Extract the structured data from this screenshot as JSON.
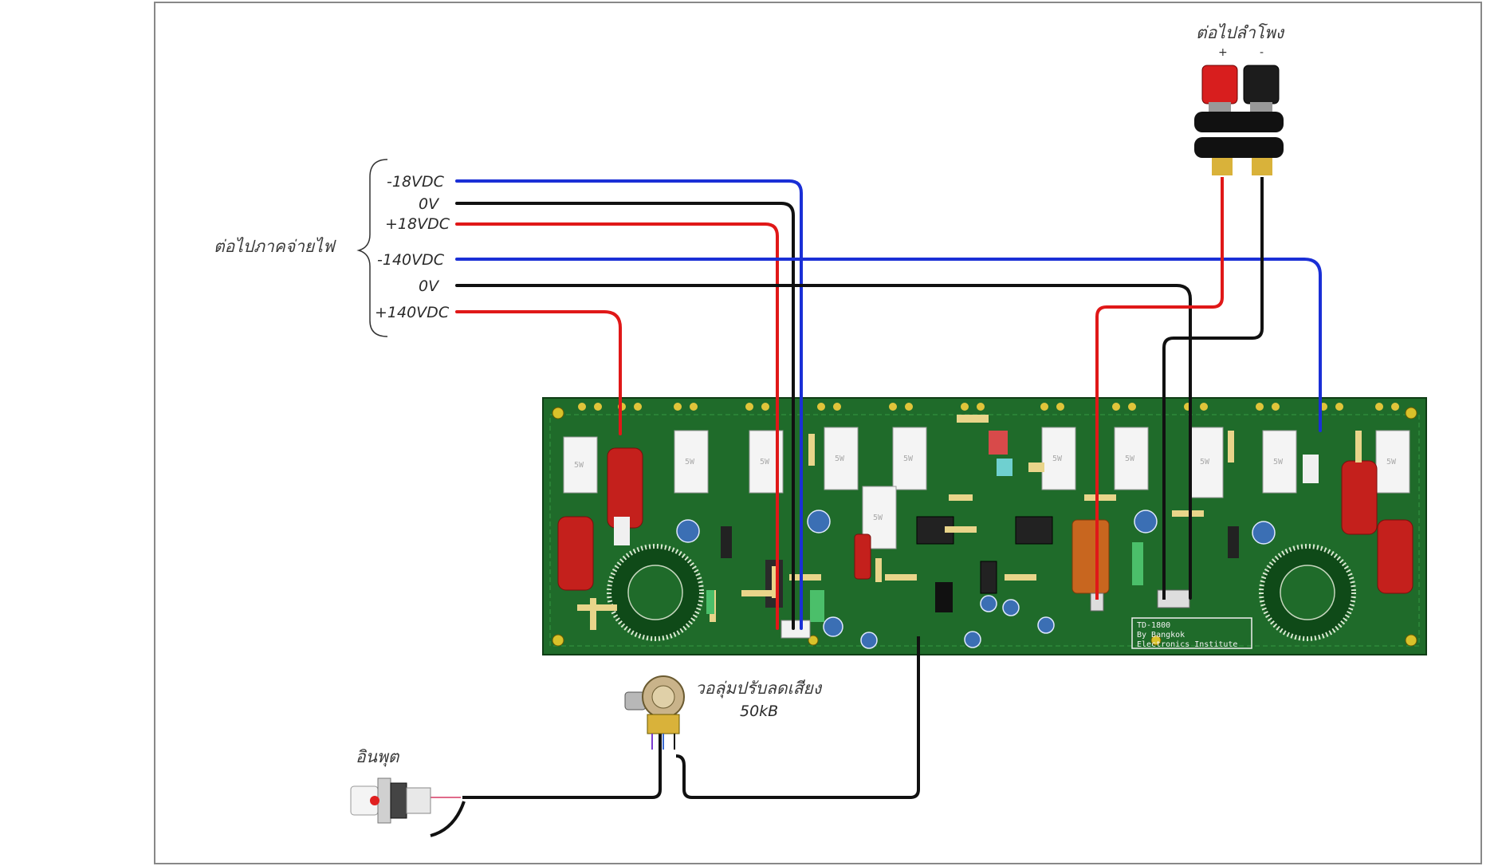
{
  "diagram": {
    "colors": {
      "positive_wire": "#e01818",
      "negative_wire": "#1a2fd6",
      "ground_wire": "#111111",
      "pcb": "#1f6b2a",
      "pcb_dark": "#134a1c",
      "capacitor_red": "#c4201c",
      "capacitor_orange": "#c8661f"
    },
    "power_labels": {
      "group_title": "ต่อไปภาคจ่ายไฟ",
      "items": [
        {
          "text": "-18VDC",
          "wire": "negative"
        },
        {
          "text": "0V",
          "wire": "ground"
        },
        {
          "text": "+18VDC",
          "wire": "positive"
        },
        {
          "text": "-140VDC",
          "wire": "negative"
        },
        {
          "text": "0V",
          "wire": "ground"
        },
        {
          "text": "+140VDC",
          "wire": "positive"
        }
      ]
    },
    "speaker": {
      "title": "ต่อไปลำโพง",
      "plus": "+",
      "minus": "-"
    },
    "volume": {
      "label": "วอลุ่มปรับลดเสียง",
      "value": "50kB"
    },
    "input": {
      "label": "อินพุต"
    },
    "board": {
      "silk_lines": [
        "TD-1800",
        "By Bangkok",
        "Electronics Institute"
      ],
      "resistor_mark": "5W"
    }
  }
}
